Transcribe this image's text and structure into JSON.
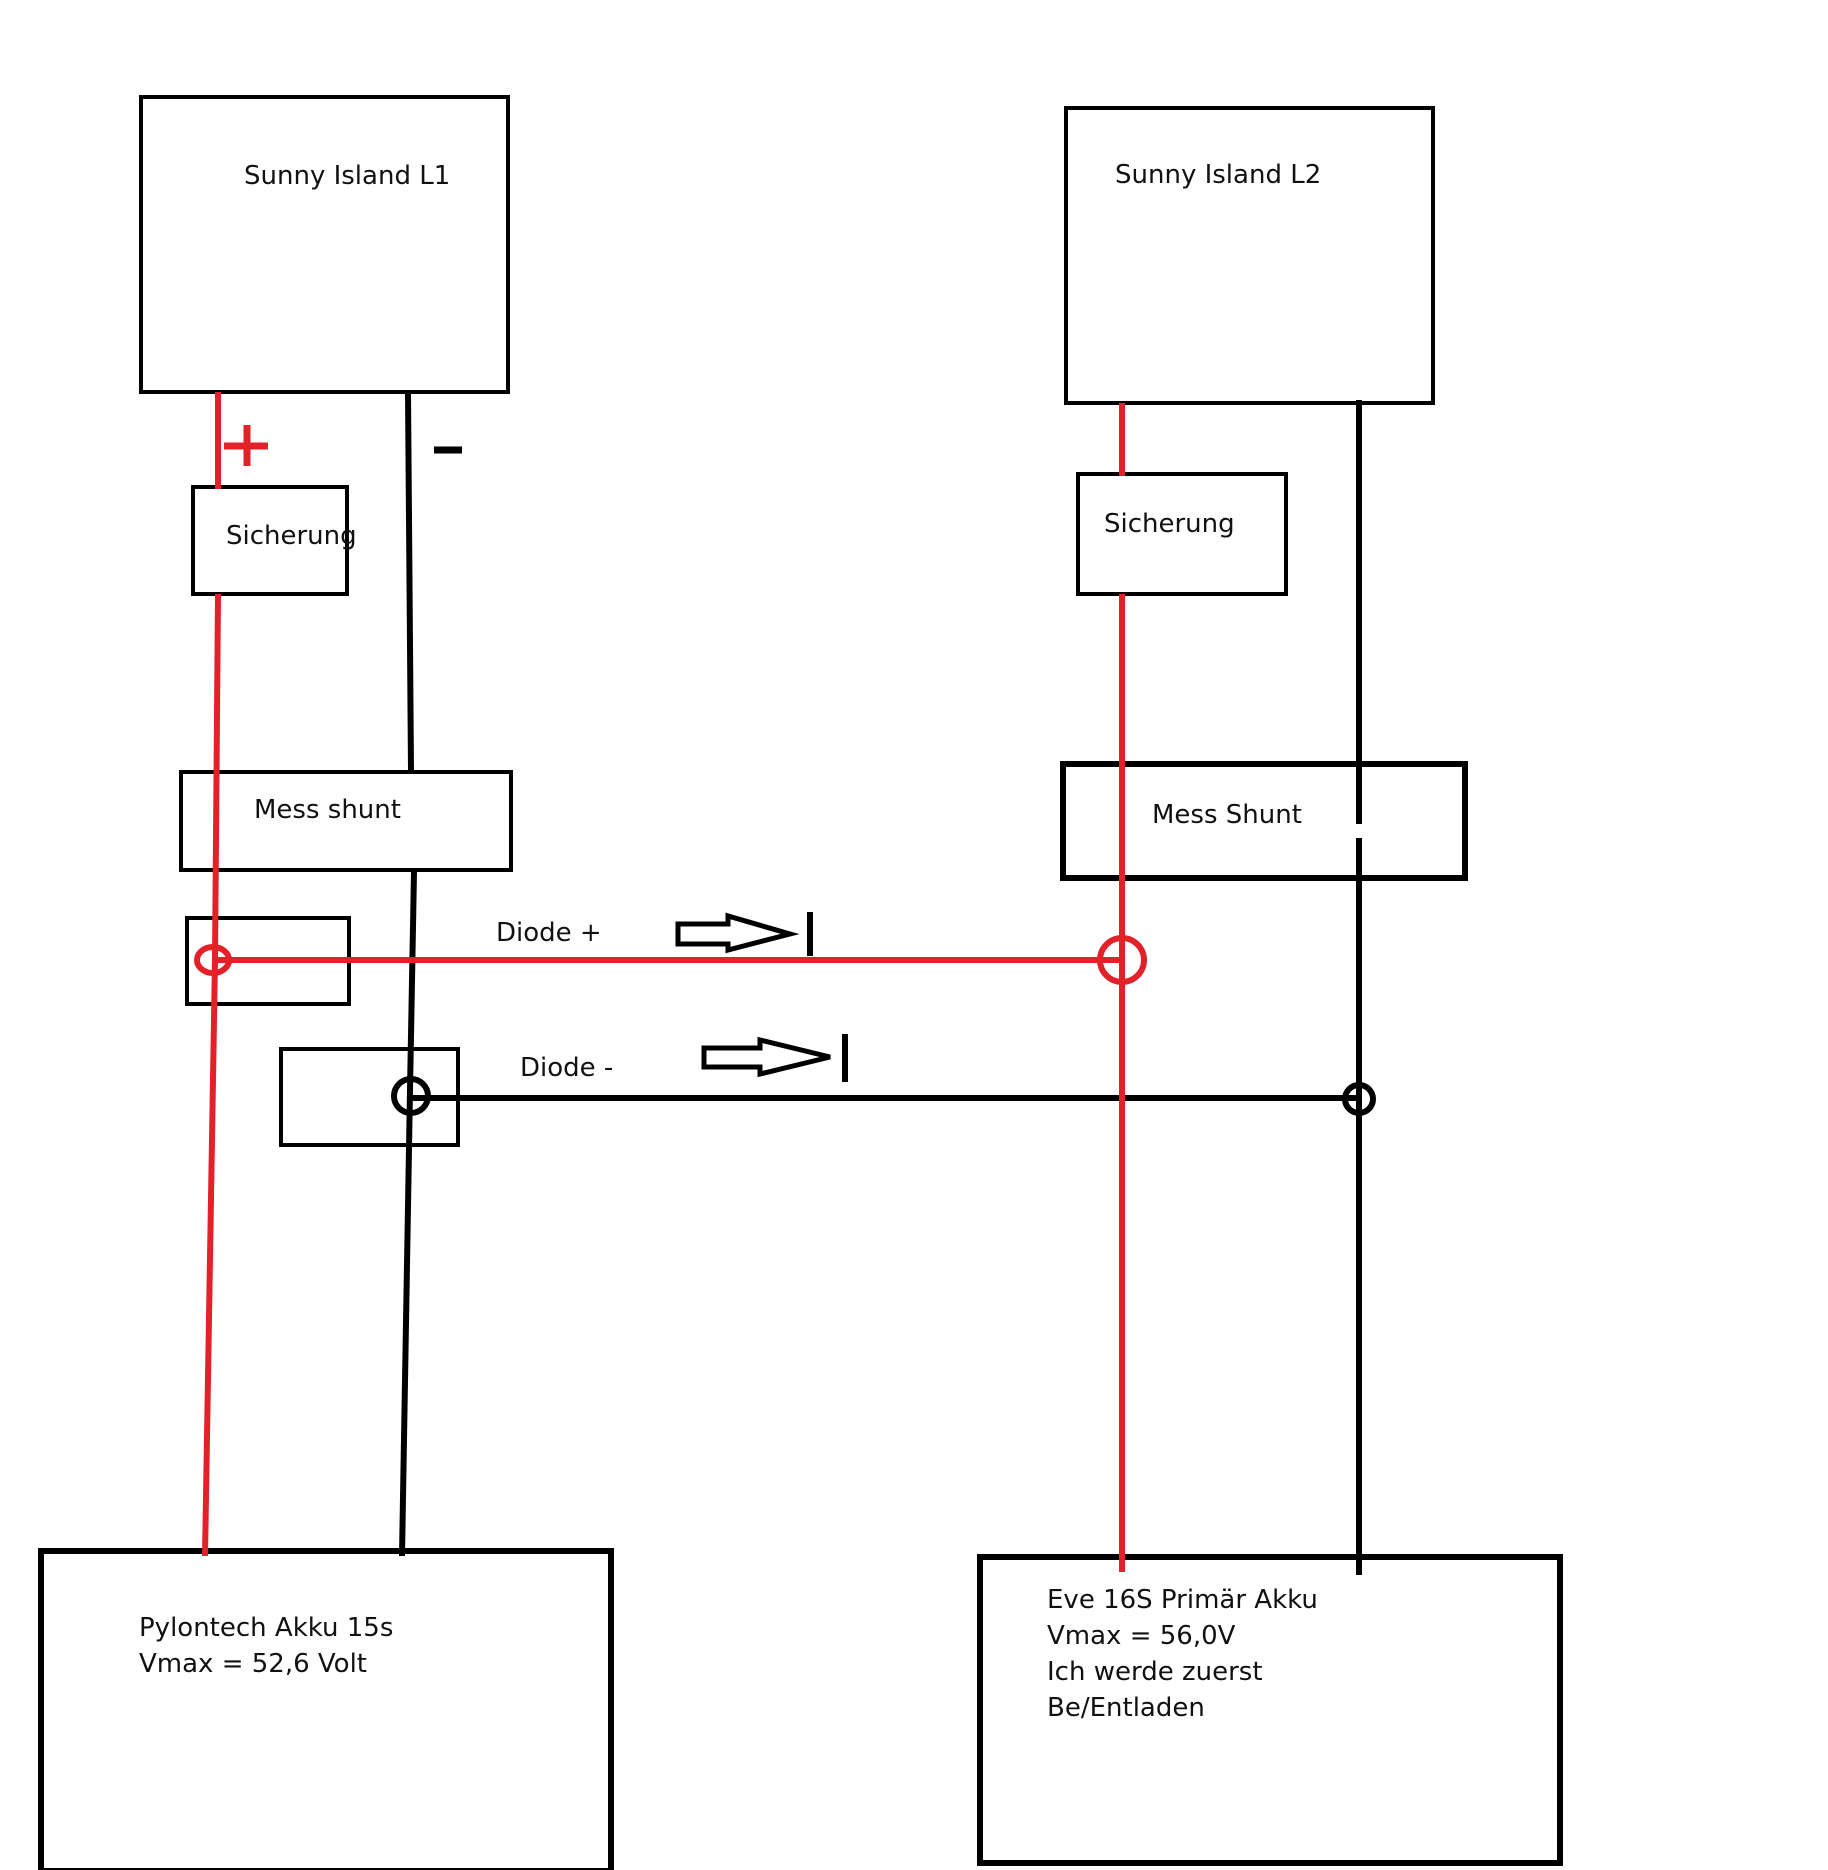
{
  "colors": {
    "positive": "#e32129",
    "negative": "#000000",
    "background": "#ffffff"
  },
  "inverters": {
    "left": {
      "label": "Sunny Island L1"
    },
    "right": {
      "label": "Sunny Island L2"
    }
  },
  "polarity": {
    "plus": "+",
    "minus": "-"
  },
  "fuses": {
    "left": {
      "label": "Sicherung"
    },
    "right": {
      "label": "Sicherung"
    }
  },
  "shunts": {
    "left": {
      "label": "Mess shunt"
    },
    "right": {
      "label": "Mess Shunt"
    }
  },
  "diodes": {
    "plus": {
      "label": "Diode +"
    },
    "minus": {
      "label": "Diode -"
    }
  },
  "batteries": {
    "left": {
      "lines": "Pylontech Akku 15s\nVmax = 52,6 Volt"
    },
    "right": {
      "lines": "Eve 16S Primär Akku\nVmax = 56,0V\nIch werde zuerst\nBe/Entladen"
    }
  }
}
